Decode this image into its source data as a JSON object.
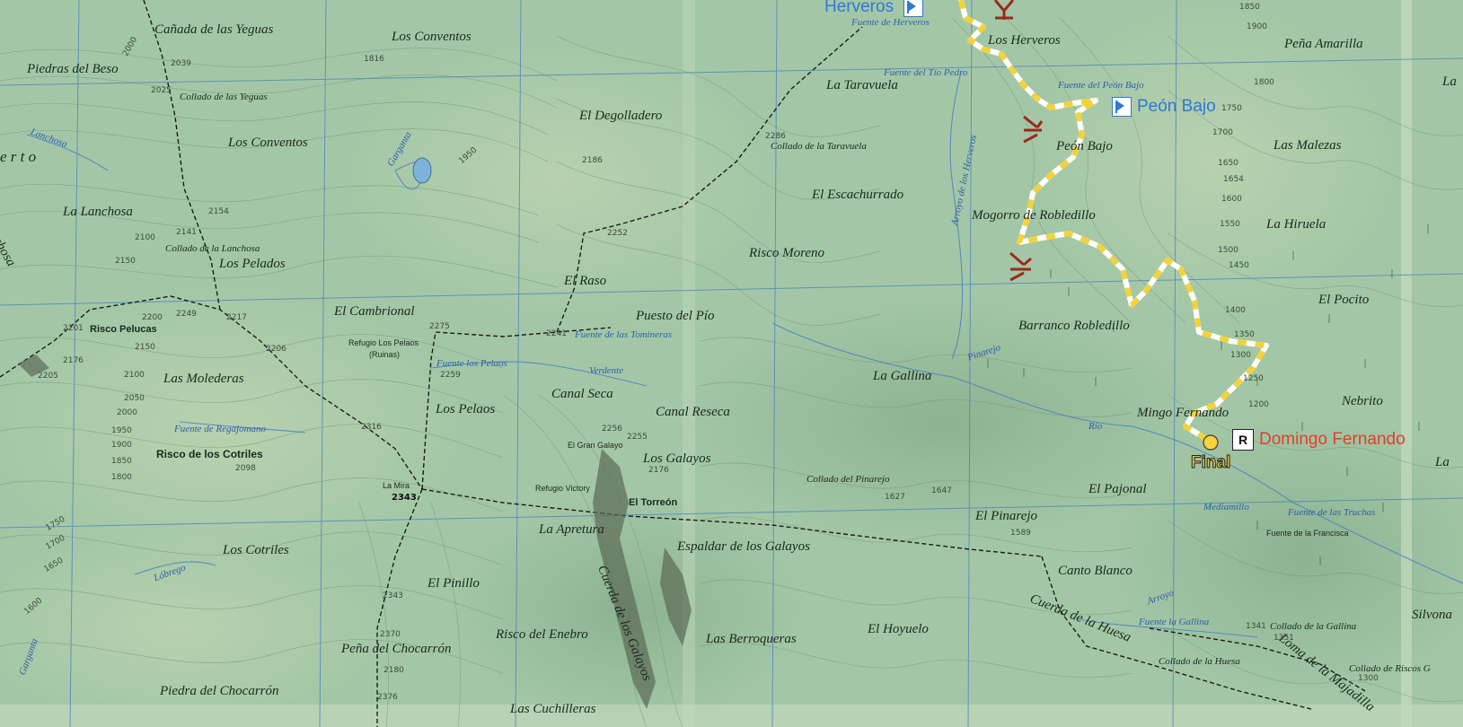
{
  "places": {
    "canada_yeguas": "Cañada de las Yeguas",
    "piedras_beso": "Piedras del Beso",
    "los_conventos_1": "Los Conventos",
    "los_conventos_2": "Los Conventos",
    "collado_yeguas": "Collado de las Yeguas",
    "el_degolladero": "El Degolladero",
    "la_lanchosa": "La Lanchosa",
    "collado_lanchosa": "Collado de la Lanchosa",
    "los_pelados": "Los Pelados",
    "el_cambrional": "El Cambrional",
    "risco_pelucas": "Risco Pelucas",
    "refugio_pelaos": "Refugio Los Pelaos",
    "refugio_ruinas": "(Ruinas)",
    "las_molederas": "Las Molederas",
    "los_pelaos": "Los Pelaos",
    "canal_seca": "Canal Seca",
    "canal_reseca": "Canal Reseca",
    "risco_cotriles": "Risco de los Cotriles",
    "la_mira": "La Mira",
    "los_galayos": "Los Galayos",
    "el_torreon": "El Torreón",
    "el_gran_galayo": "El Gran Galayo",
    "refugio_victory": "Refugio Victory",
    "la_apretura": "La Apretura",
    "espaldar_galayos": "Espaldar de los Galayos",
    "los_cotriles": "Los Cotriles",
    "el_pinillo": "El Pinillo",
    "cuerda_galayos": "Cuerda de los Galayos",
    "risco_enebro": "Risco del Enebro",
    "las_berroqueras": "Las Berroqueras",
    "penal_chocarron": "Peña del Chocarrón",
    "piedra_chocarron": "Piedra del Chocarrón",
    "las_cuchilleras": "Las Cuchilleras",
    "el_hoyuelo": "El Hoyuelo",
    "cuerda_huesa": "Cuerda de la Huesa",
    "collado_huesa": "Collado de la Huesa",
    "canto_blanco": "Canto Blanco",
    "el_pinarejo": "El Pinarejo",
    "collado_pinarejo": "Collado del Pinarejo",
    "el_pajonal": "El Pajonal",
    "la_taravuela": "La Taravuela",
    "collado_taravuela": "Collado de la Taravuela",
    "el_escachurrado": "El Escachurrado",
    "risco_moreno": "Risco Moreno",
    "el_raso": "El Raso",
    "puesto_pio": "Puesto del Pío",
    "la_gallina": "La Gallina",
    "los_herveros": "Los Herveros",
    "penon_bajo_label": "Peón Bajo",
    "mogorro": "Mogorro de Robledillo",
    "barranco_robledillo": "Barranco Robledillo",
    "mingo_fernando": "Mingo Fernando",
    "pena_amarilla": "Peña Amarilla",
    "las_malezas": "Las Malezas",
    "la_hiruela": "La Hiruela",
    "el_pocito": "El Pocito",
    "nebrito": "Nebrito",
    "silvona": "Silvona",
    "collado_gallina": "Collado de la Gallina",
    "loma_majadilla": "Loma de la Majadilla",
    "collado_riscos": "Collado de Riscos G",
    "fuente_francisca": "Fuente de la Francisca",
    "cut_la_1": "La",
    "cut_la_2": "La",
    "cut_erto": "e r t o",
    "cut_chosa": "chosa"
  },
  "water": {
    "lanchosa": "Lanchosa",
    "garganta": "Garganta",
    "fuente_regajomano": "Fuente de Regajomano",
    "fuente_pelaos": "Fuente los Pelaos",
    "fuente_tomineras": "Fuente de las Tomineras",
    "verdente": "Verdente",
    "fuente_herveros": "Fuente de Herveros",
    "fuente_tio_pedro": "Fuente del Tío Pedro",
    "fuente_penon_bajo": "Fuente del Peón Bajo",
    "arroyo_herveros": "Arroyo de los Herveros",
    "pinarejo": "Pinarejo",
    "rio": "Río",
    "fuente_truchas": "Fuente de las Truchas",
    "fuente_gallina": "Fuente la Gallina",
    "arroyo": "Arroyo",
    "garganta_2": "Garganta",
    "lobrego": "Lóbrego",
    "mediamillo": "Mediamillo"
  },
  "elevations": {
    "e2000": "2000",
    "e2039": "2039",
    "e2025": "2025",
    "e1816": "1816",
    "e2154": "2154",
    "e2141": "2141",
    "e2100": "2100",
    "e2150": "2150",
    "e2200": "2200",
    "e2249": "2249",
    "e2217": "2217",
    "e2201": "2201",
    "e2206": "2206",
    "e2176": "2176",
    "e2150b": "2150",
    "e2100b": "2100",
    "e2050": "2050",
    "e2000b": "2000",
    "e1950": "1950",
    "e1900": "1900",
    "e1850": "1850",
    "e1800": "1800",
    "e2316": "2316",
    "e2343": "2343",
    "e2275": "2275",
    "e2241": "2241",
    "e2259": "2259",
    "e1950b": "1950",
    "e2186": "2186",
    "e2252": "2252",
    "e2286": "2286",
    "e2256": "2256",
    "e2255": "2255",
    "e2176b": "2176",
    "e1750": "1750",
    "e1700": "1700",
    "e1650": "1650",
    "e1600": "1600",
    "e2098": "2098",
    "e1589": "1589",
    "e1627": "1627",
    "e1647": "1647",
    "e1900b": "1900",
    "e1850b": "1850",
    "e1800b": "1800",
    "e1750b": "1750",
    "e1700b": "1700",
    "e1650b": "1650",
    "e1654": "1654",
    "e1600b": "1600",
    "e1550": "1550",
    "e1500": "1500",
    "e1450": "1450",
    "e1400": "1400",
    "e1350": "1350",
    "e1300": "1300",
    "e1250": "1250",
    "e1200": "1200",
    "e1341": "1341",
    "e1351": "1351",
    "e1300b": "1300",
    "e2370": "2370",
    "e2180": "2180",
    "e2376": "2376",
    "e2343b": "2343",
    "e2205": "2205"
  },
  "pois": {
    "herveros": "Herveros",
    "penon_bajo": "Peón Bajo",
    "domingo_fernando": "Domingo Fernando",
    "final": "Final",
    "house_letter": "R"
  },
  "icons": {
    "refuge_icon": "refuge-flag-icon",
    "house_icon": "house-icon",
    "finish_icon": "finish-dot-icon",
    "rock_icon": "rock-outcrop-icon"
  },
  "colors": {
    "terrain": "#9fc4a4",
    "contour": "#6f8f72",
    "grid": "#4a7fc1",
    "trail": "#1c1c1c",
    "route": "#f3d23a",
    "poi_blue": "#2f78d8",
    "poi_red": "#e0402c"
  }
}
